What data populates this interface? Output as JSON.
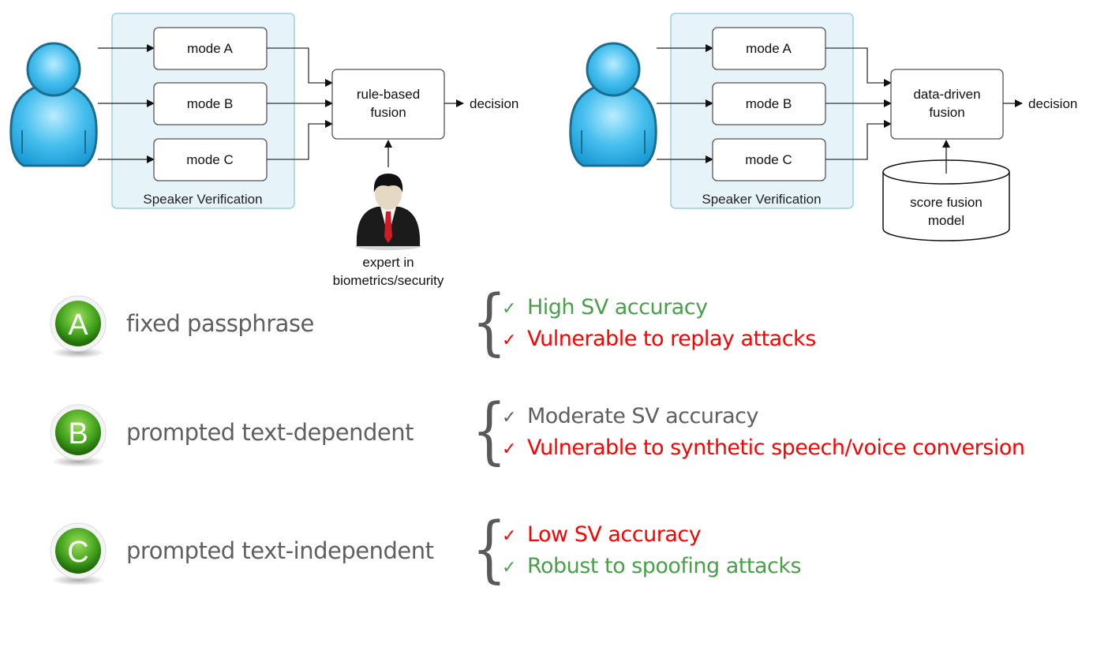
{
  "colors": {
    "sv_panel_fill": "#e6f3f8",
    "sv_panel_border": "#9ccfe0",
    "user_icon_fill": "#3cb4e6",
    "badge_green": "#3e9e1a",
    "row_text": "#5f5f5f",
    "positive": "#4aa04a",
    "negative": "#ff0000",
    "neutral": "#5f5f5f"
  },
  "left_diagram": {
    "user_icon": "user-icon",
    "sv_panel_label": "Speaker Verification",
    "modes": [
      "mode A",
      "mode B",
      "mode C"
    ],
    "fusion_label_line1": "rule-based",
    "fusion_label_line2": "fusion",
    "output_label": "decision",
    "expert_icon": "businessman-icon",
    "expert_label_line1": "expert in",
    "expert_label_line2": "biometrics/security"
  },
  "right_diagram": {
    "user_icon": "user-icon",
    "sv_panel_label": "Speaker Verification",
    "modes": [
      "mode A",
      "mode B",
      "mode C"
    ],
    "fusion_label_line1": "data-driven",
    "fusion_label_line2": "fusion",
    "output_label": "decision",
    "model_icon": "database-cylinder-icon",
    "model_label_line1": "score fusion",
    "model_label_line2": "model"
  },
  "rows": [
    {
      "badge": "A",
      "label": "fixed passphrase",
      "props": [
        {
          "text": "High SV accuracy",
          "tone": "positive",
          "check": "✓"
        },
        {
          "text": "Vulnerable to replay attacks",
          "tone": "negative",
          "check": "✓"
        }
      ]
    },
    {
      "badge": "B",
      "label": "prompted text-dependent",
      "props": [
        {
          "text": "Moderate SV accuracy",
          "tone": "neutral",
          "check": "✓"
        },
        {
          "text": "Vulnerable to synthetic speech/voice conversion",
          "tone": "negative",
          "check": "✓"
        }
      ]
    },
    {
      "badge": "C",
      "label": "prompted text-independent",
      "props": [
        {
          "text": "Low SV accuracy",
          "tone": "negative",
          "check": "✓"
        },
        {
          "text": "Robust to spoofing attacks",
          "tone": "positive",
          "check": "✓"
        }
      ]
    }
  ]
}
